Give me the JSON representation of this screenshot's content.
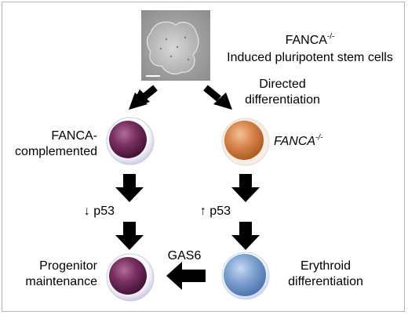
{
  "title": {
    "gene": "FANCA",
    "superscript": "-/-",
    "subtitle": "Induced pluripotent stem cells"
  },
  "directed": {
    "line1": "Directed",
    "line2": "differentiation"
  },
  "left_branch": {
    "label_line1": "FANCA-",
    "label_line2": "complemented",
    "p53_text": "↓ p53"
  },
  "right_branch": {
    "label_gene": "FANCA",
    "label_superscript": "-/-",
    "p53_text": "↑ p53"
  },
  "gas6": "GAS6",
  "progenitor": {
    "line1": "Progenitor",
    "line2": "maintenance"
  },
  "erythroid": {
    "line1": "Erythroid",
    "line2": "differentiation"
  },
  "colors": {
    "purple_cell": "#7a2f62",
    "orange_cell": "#d9874f",
    "blue_cell": "#7c9fd1",
    "cell_membrane": "#cfc9e6",
    "arrow": "#000000",
    "micrograph": "#9a9a9a"
  }
}
